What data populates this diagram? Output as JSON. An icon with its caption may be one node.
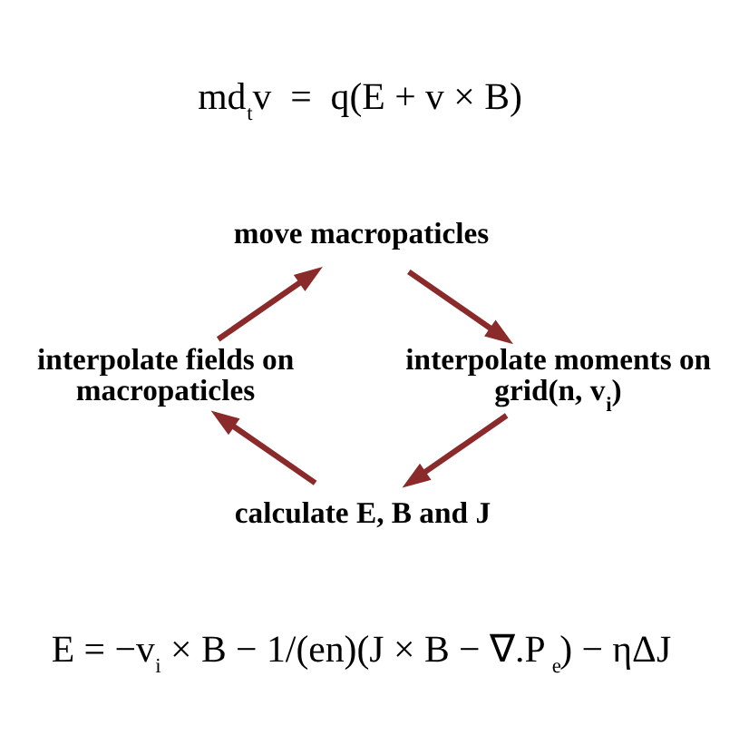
{
  "diagram": {
    "nodes": [
      {
        "text": [
          "move macropaticles"
        ]
      },
      {
        "text": [
          "interpolate fields on macropaticles"
        ]
      },
      {
        "text": [
          "interpolate moments on grid(n, v$_{i}$)"
        ]
      },
      {
        "text": [
          "calculate E, B and J"
        ]
      }
    ],
    "edges": [
      {
        "from": 0,
        "to": 2,
        "arrow": "to"
      },
      {
        "from": 2,
        "to": 3,
        "arrow": "to"
      },
      {
        "from": 3,
        "to": 1,
        "arrow": "to"
      },
      {
        "from": 1,
        "to": 0,
        "arrow": "to"
      }
    ],
    "labels": [
      "md$_{t}$v  =  q(E + v × B)",
      "E = −v$_{i}$ × B − 1/(en)(J × B − ∇.P$_{e}$) − ηΔJ"
    ]
  }
}
